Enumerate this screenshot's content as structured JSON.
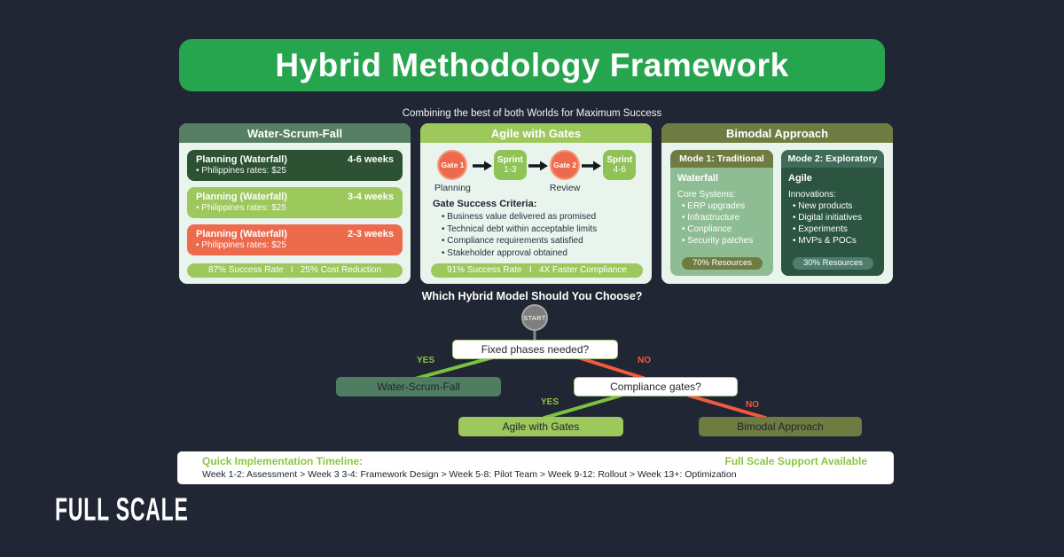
{
  "header": {
    "title": "Hybrid Methodology Framework",
    "subtitle": "Combining the best of both Worlds for Maximum Success"
  },
  "colors": {
    "background": "#212634",
    "banner_green": "#26a44e",
    "light_green": "#9cc85c",
    "dark_green": "#2c5133",
    "orange_red": "#ee6a4d",
    "olive": "#6e7c42",
    "sage": "#8ebd93",
    "teal": "#3f6b5b",
    "yes_green": "#8cc63f",
    "no_red": "#f15b3d"
  },
  "water_scrum_fall": {
    "title": "Water-Scrum-Fall",
    "phases": [
      {
        "name": "Planning (Waterfall)",
        "duration": "4-6 weeks",
        "detail": "• Philippines rates: $25"
      },
      {
        "name": "Planning (Waterfall)",
        "duration": "3-4 weeks",
        "detail": "• Philippines rates: $25"
      },
      {
        "name": "Planning (Waterfall)",
        "duration": "2-3 weeks",
        "detail": "• Philippines rates: $25"
      }
    ],
    "stats": "87% Success Rate   I   25% Cost Reduction"
  },
  "agile_with_gates": {
    "title": "Agile with Gates",
    "flow": {
      "gate1": {
        "label": "Gate 1",
        "sublabel": "Planning"
      },
      "sprint1": {
        "title": "Sprint",
        "range": "1-3"
      },
      "gate2": {
        "label": "Gate 2",
        "sublabel": "Review"
      },
      "sprint2": {
        "title": "Sprint",
        "range": "4-6"
      }
    },
    "criteria_title": "Gate Success Criteria:",
    "criteria": [
      "• Business value delivered as promised",
      "• Technical debt within acceptable limits",
      "• Compliance requirements satisfied",
      "• Stakeholder approval obtained"
    ],
    "stats": "91% Success Rate   I   4X Faster Compliance"
  },
  "bimodal": {
    "title": "Bimodal Approach",
    "mode1": {
      "header": "Mode 1: Traditional",
      "method": "Waterfall",
      "list_title": "Core Systems:",
      "items": [
        "• ERP upgrades",
        "• Infrastructure",
        "• Conpliance",
        "• Security patches"
      ],
      "badge": "70% Resources"
    },
    "mode2": {
      "header": "Mode 2: Exploratory",
      "method": "Agile",
      "list_title": "Innovations:",
      "items": [
        "• New products",
        "• Digital initiatives",
        "• Experiments",
        "• MVPs & POCs"
      ],
      "badge": "30% Resources"
    }
  },
  "decision_tree": {
    "title": "Which Hybrid Model Should You Choose?",
    "start": "START",
    "question1": "Fixed phases needed?",
    "question2": "Compliance gates?",
    "yes": "YES",
    "no": "NO",
    "result_wsf": "Water-Scrum-Fall",
    "result_agile": "Agile with Gates",
    "result_bimodal": "Bimodal Approach"
  },
  "footer": {
    "left_title": "Quick Implementation Timeline:",
    "right_title": "Full Scale Support Available",
    "timeline": "Week 1-2: Assessment > Week 3 3-4: Framework Design > Week 5-8: Pilot Team > Week 9-12: Rollout > Week 13+: Optimization"
  },
  "logo": "FULL SCALE"
}
